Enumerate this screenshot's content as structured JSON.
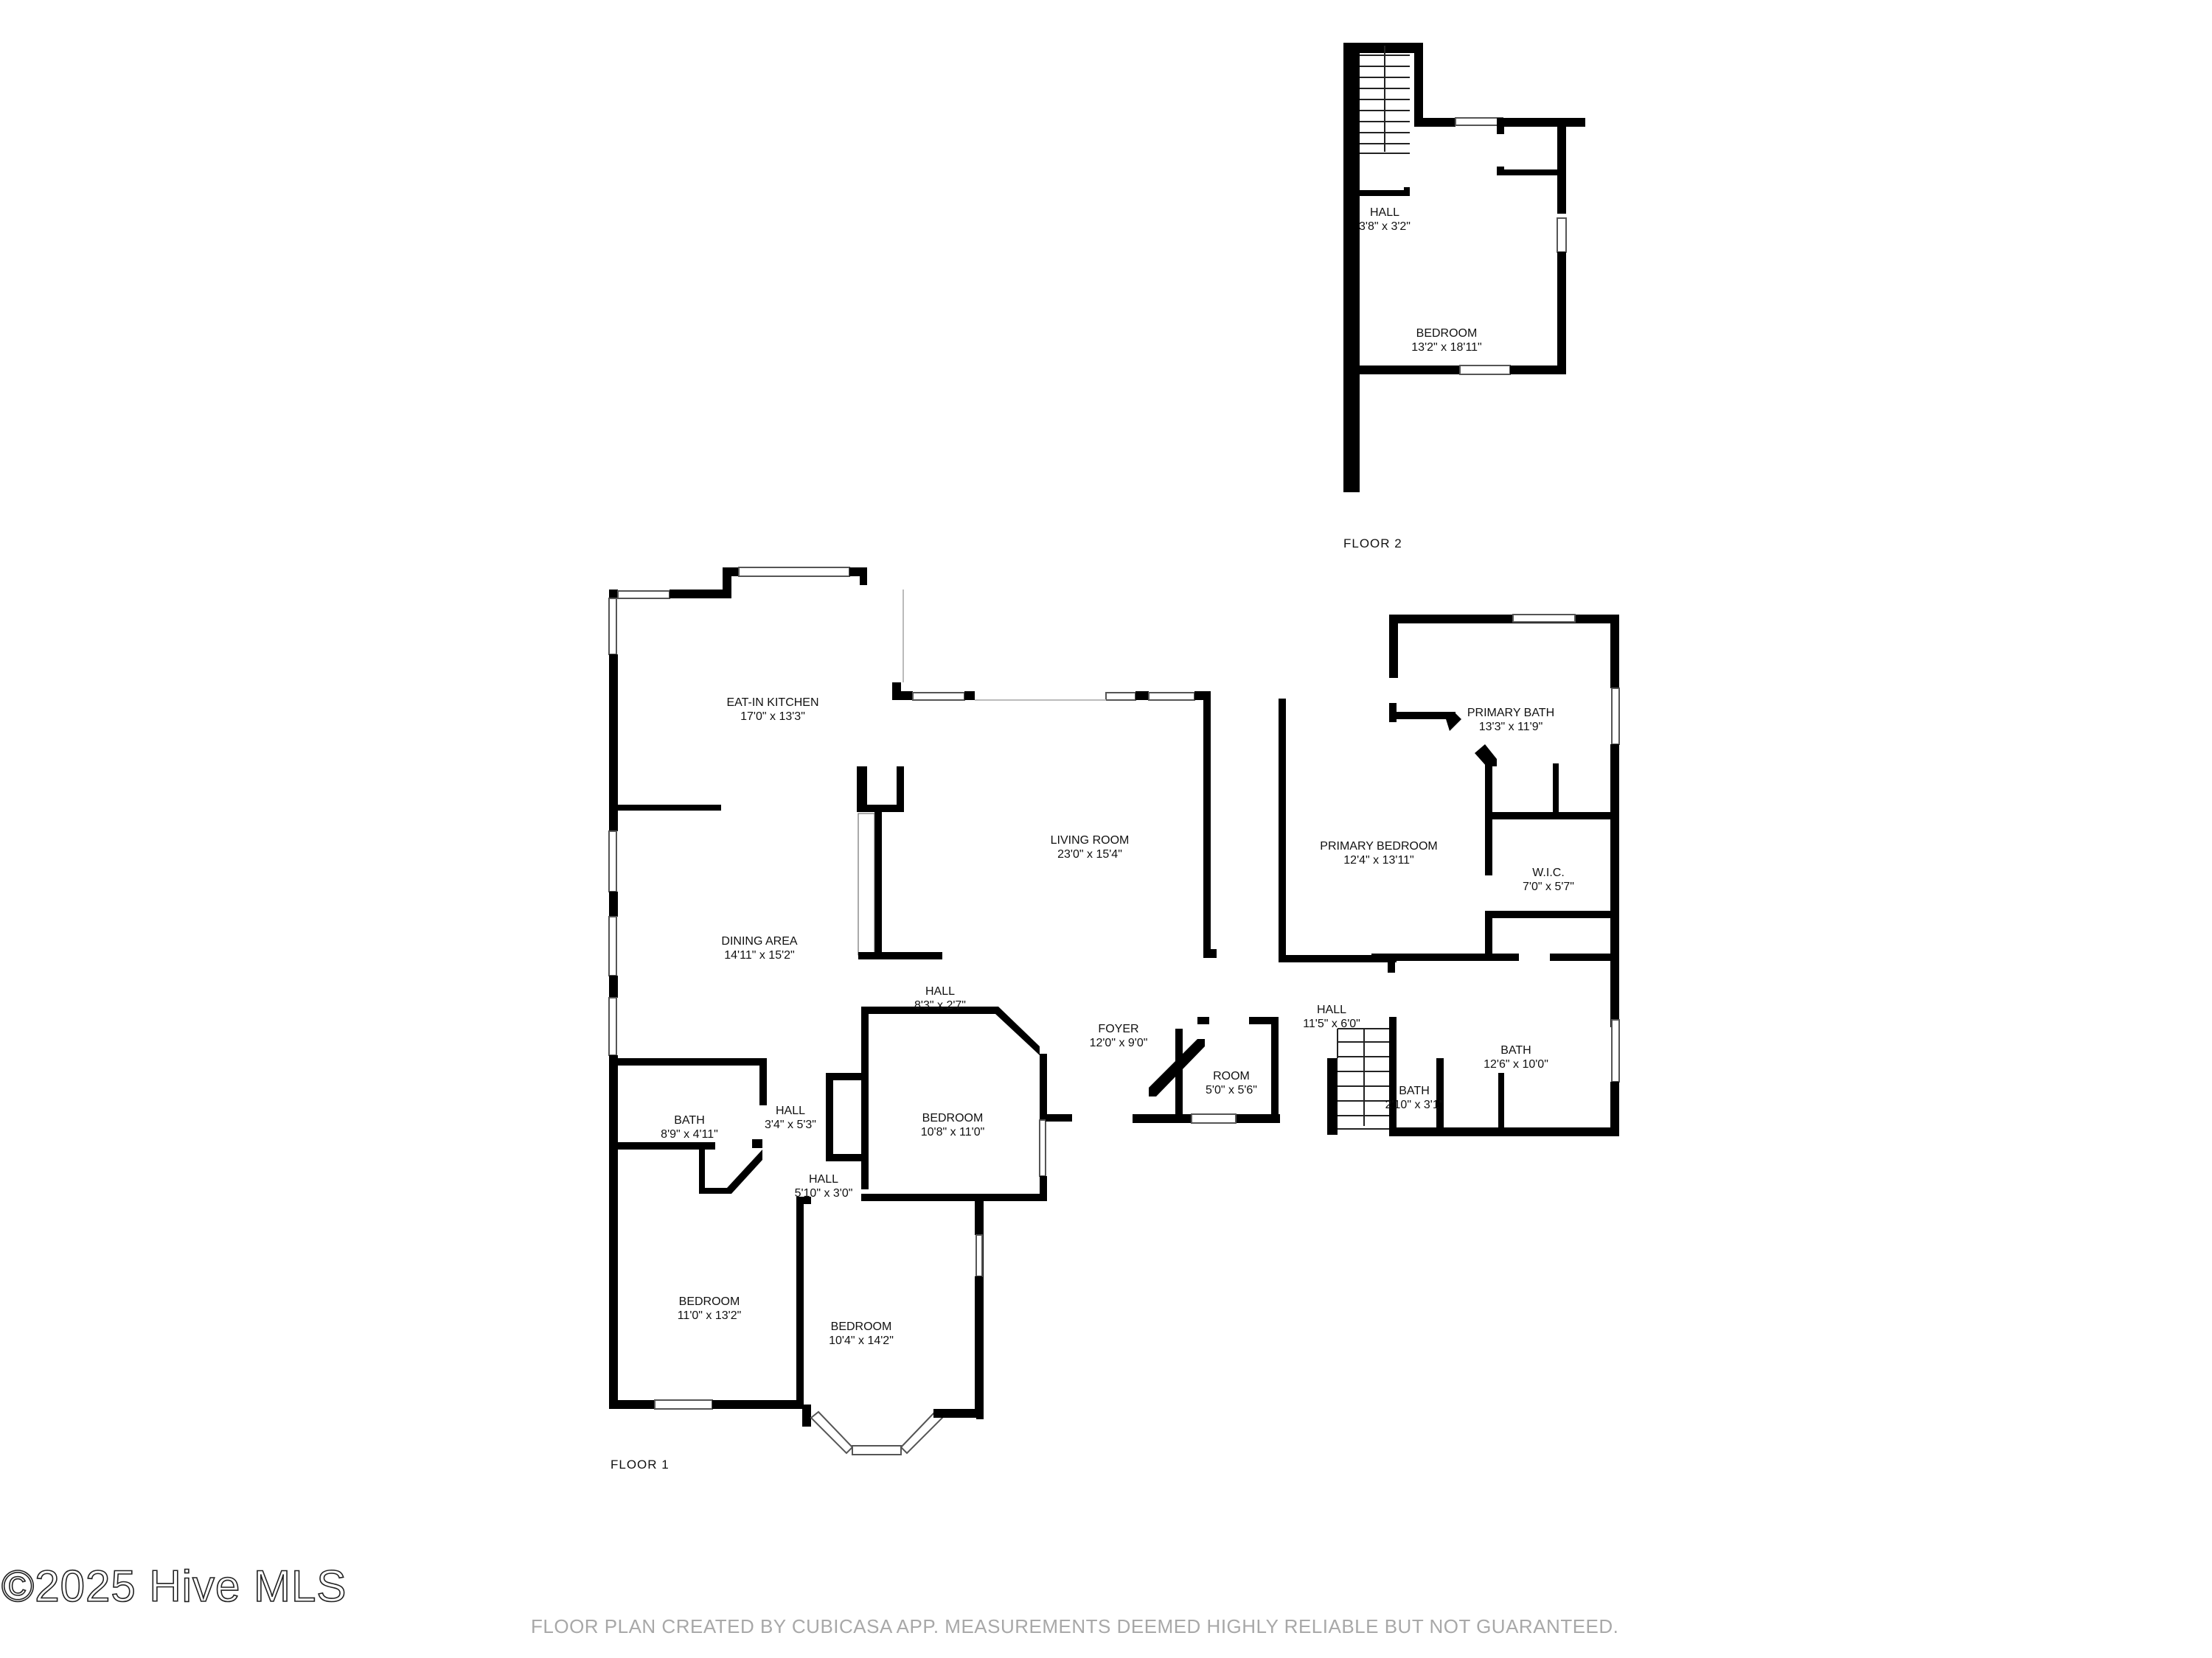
{
  "floors": [
    {
      "label": "FLOOR 2",
      "rooms": [
        {
          "name": "HALL",
          "dim": "3'8\" x 3'2\""
        },
        {
          "name": "BEDROOM",
          "dim": "13'2\" x 18'11\""
        }
      ]
    },
    {
      "label": "FLOOR 1",
      "rooms": [
        {
          "name": "EAT-IN KITCHEN",
          "dim": "17'0\" x 13'3\""
        },
        {
          "name": "LIVING ROOM",
          "dim": "23'0\" x 15'4\""
        },
        {
          "name": "PRIMARY BATH",
          "dim": "13'3\" x 11'9\""
        },
        {
          "name": "PRIMARY BEDROOM",
          "dim": "12'4\" x 13'11\""
        },
        {
          "name": "W.I.C.",
          "dim": "7'0\" x 5'7\""
        },
        {
          "name": "DINING AREA",
          "dim": "14'11\" x 15'2\""
        },
        {
          "name": "HALL",
          "dim": "8'3\" x 2'7\""
        },
        {
          "name": "FOYER",
          "dim": "12'0\" x 9'0\""
        },
        {
          "name": "HALL",
          "dim": "11'5\" x 6'0\""
        },
        {
          "name": "ROOM",
          "dim": "5'0\" x 5'6\""
        },
        {
          "name": "BATH",
          "dim": "12'6\" x 10'0\""
        },
        {
          "name": "BATH",
          "dim": "2'10\" x 3'1\""
        },
        {
          "name": "BATH",
          "dim": "8'9\" x 4'11\""
        },
        {
          "name": "HALL",
          "dim": "3'4\" x 5'3\""
        },
        {
          "name": "BEDROOM",
          "dim": "10'8\" x 11'0\""
        },
        {
          "name": "HALL",
          "dim": "5'10\" x 3'0\""
        },
        {
          "name": "BEDROOM",
          "dim": "11'0\" x 13'2\""
        },
        {
          "name": "BEDROOM",
          "dim": "10'4\" x 14'2\""
        }
      ]
    }
  ],
  "watermark": "©2025 Hive MLS",
  "caption": "FLOOR PLAN CREATED BY CUBICASA APP. MEASUREMENTS DEEMED HIGHLY RELIABLE BUT NOT GUARANTEED.",
  "colors": {
    "wall": "#000000",
    "caption": "#a8a8a8",
    "background": "#ffffff"
  }
}
